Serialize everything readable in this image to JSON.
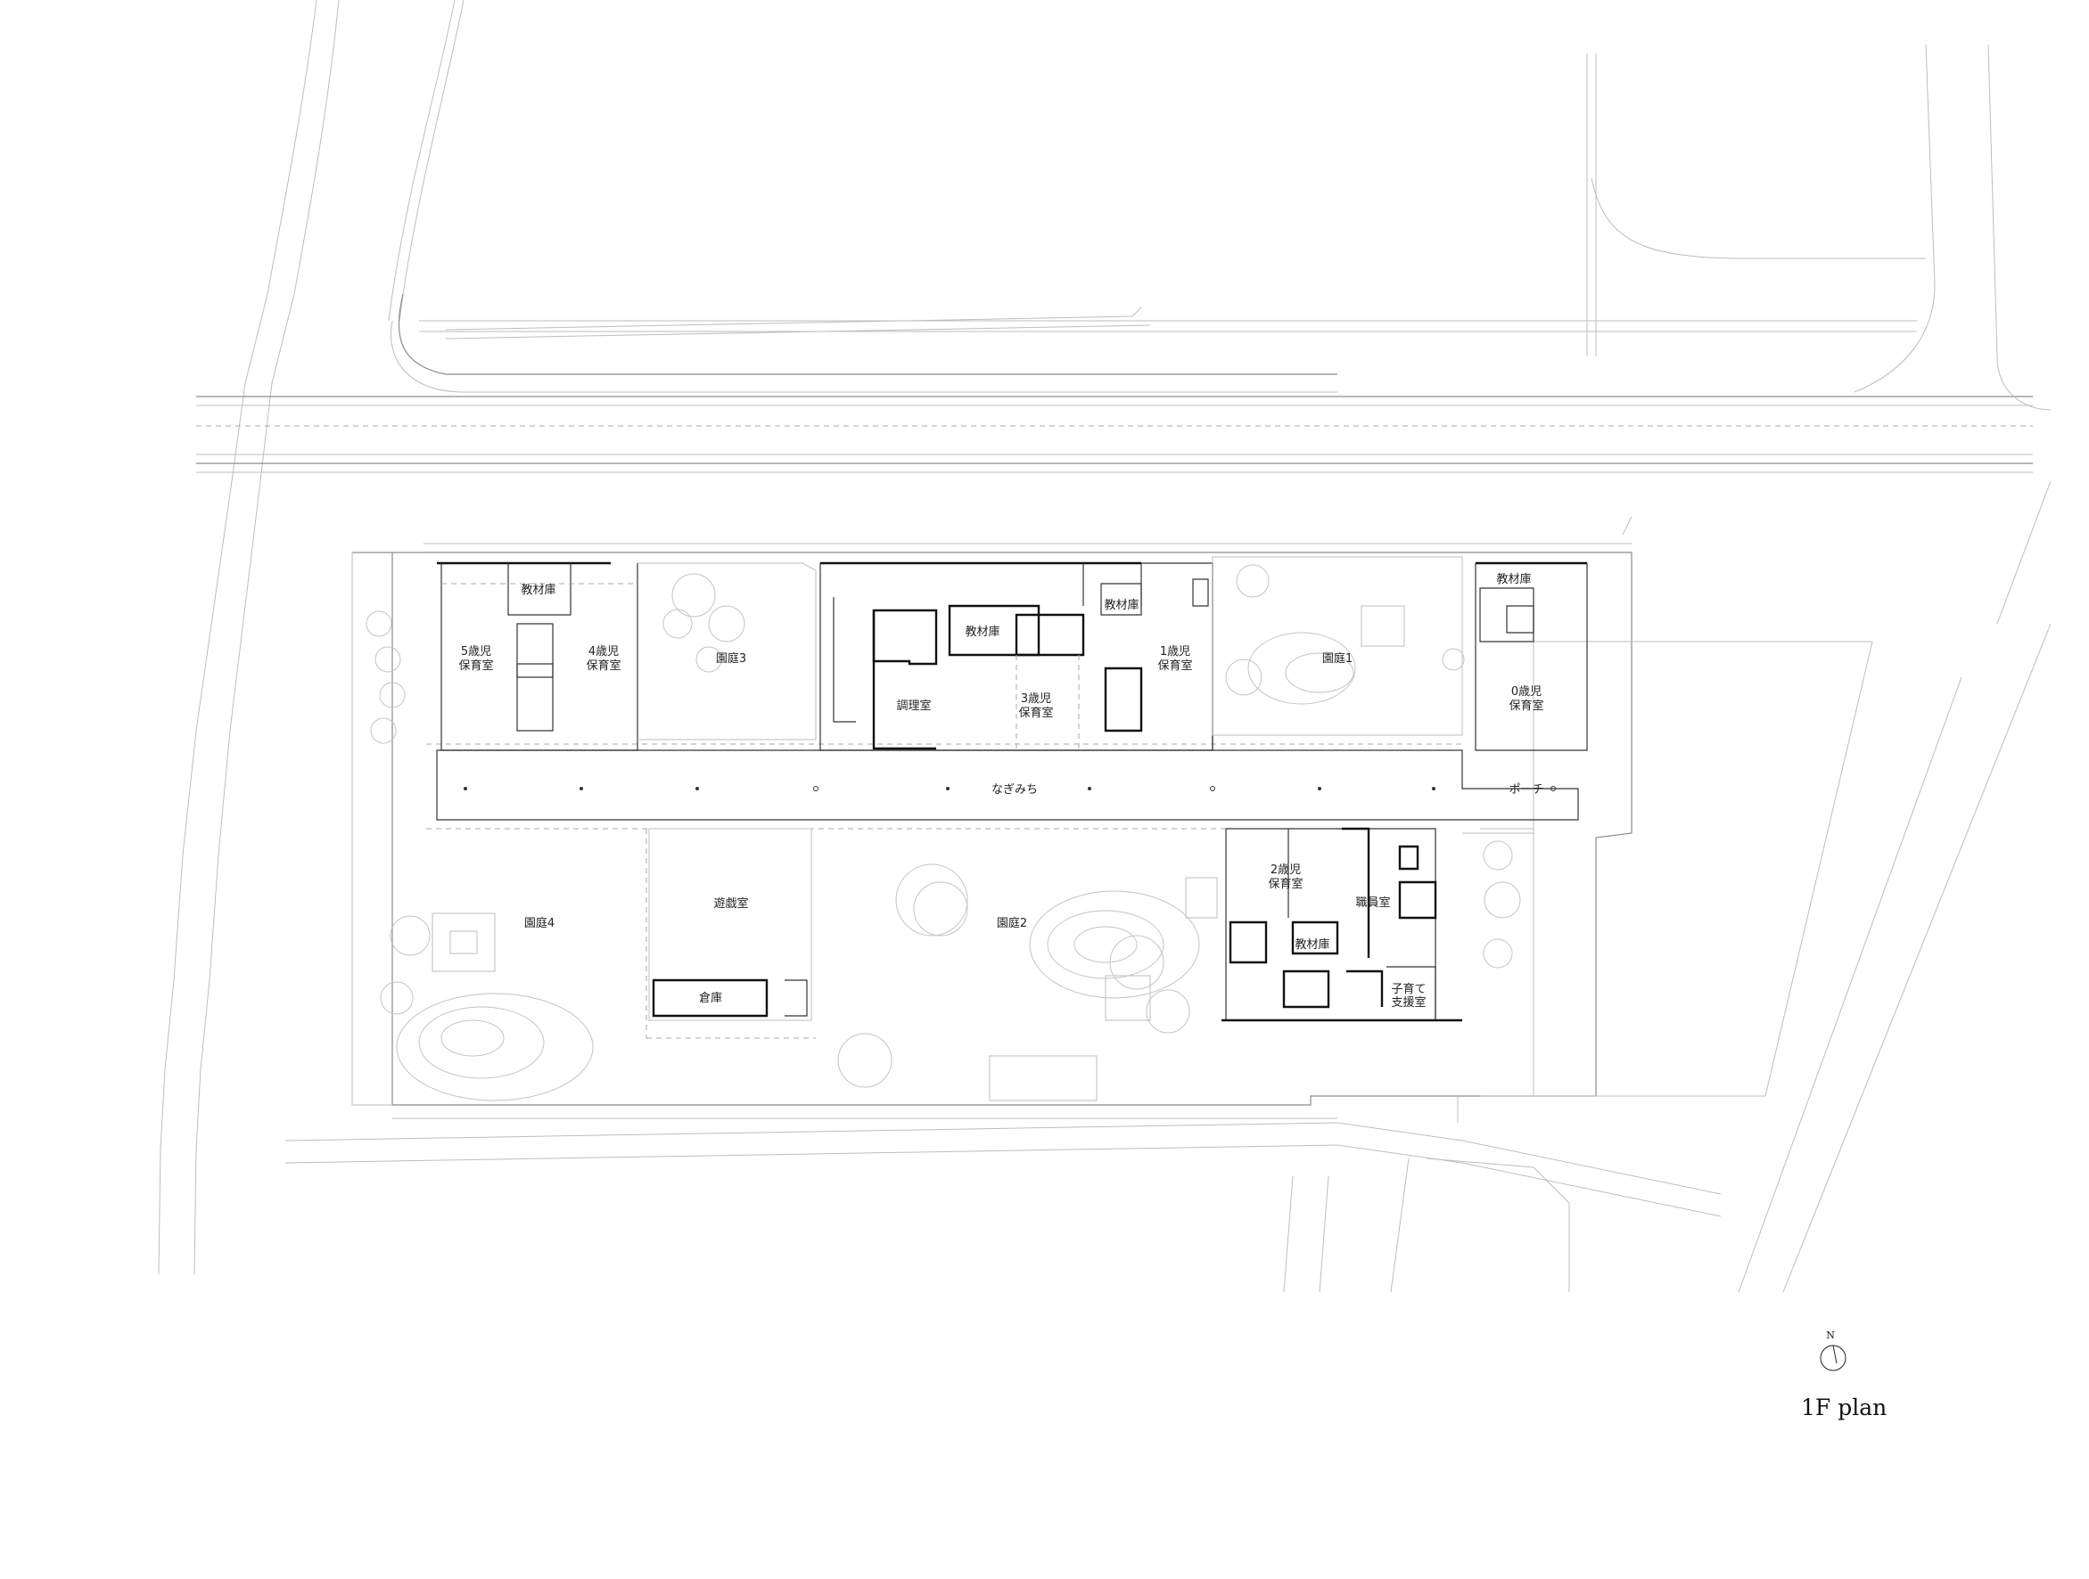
{
  "plan": {
    "caption": "1F plan",
    "north": "N",
    "rooms": {
      "kyozai_1": "教材庫",
      "hoiku5_a": "5歳児",
      "hoiku5_b": "保育室",
      "hoiku4_a": "4歳児",
      "hoiku4_b": "保育室",
      "entei3": "園庭3",
      "kyozai_2": "教材庫",
      "chouri": "調理室",
      "hoiku3_a": "3歳児",
      "hoiku3_b": "保育室",
      "kyozai_3": "教材庫",
      "hoiku1_a": "1歳児",
      "hoiku1_b": "保育室",
      "entei1": "園庭1",
      "kyozai_4": "教材庫",
      "hoiku0_a": "0歳児",
      "hoiku0_b": "保育室",
      "nagimichi": "なぎみち",
      "porch": "ポーチ",
      "hoiku2_a": "2歳児",
      "hoiku2_b": "保育室",
      "shokuin": "職員室",
      "kyozai_5": "教材庫",
      "kosodate_a": "子育て",
      "kosodate_b": "支援室",
      "entei4": "園庭4",
      "yugi": "遊戯室",
      "souko": "倉庫",
      "entei2": "園庭2"
    }
  }
}
